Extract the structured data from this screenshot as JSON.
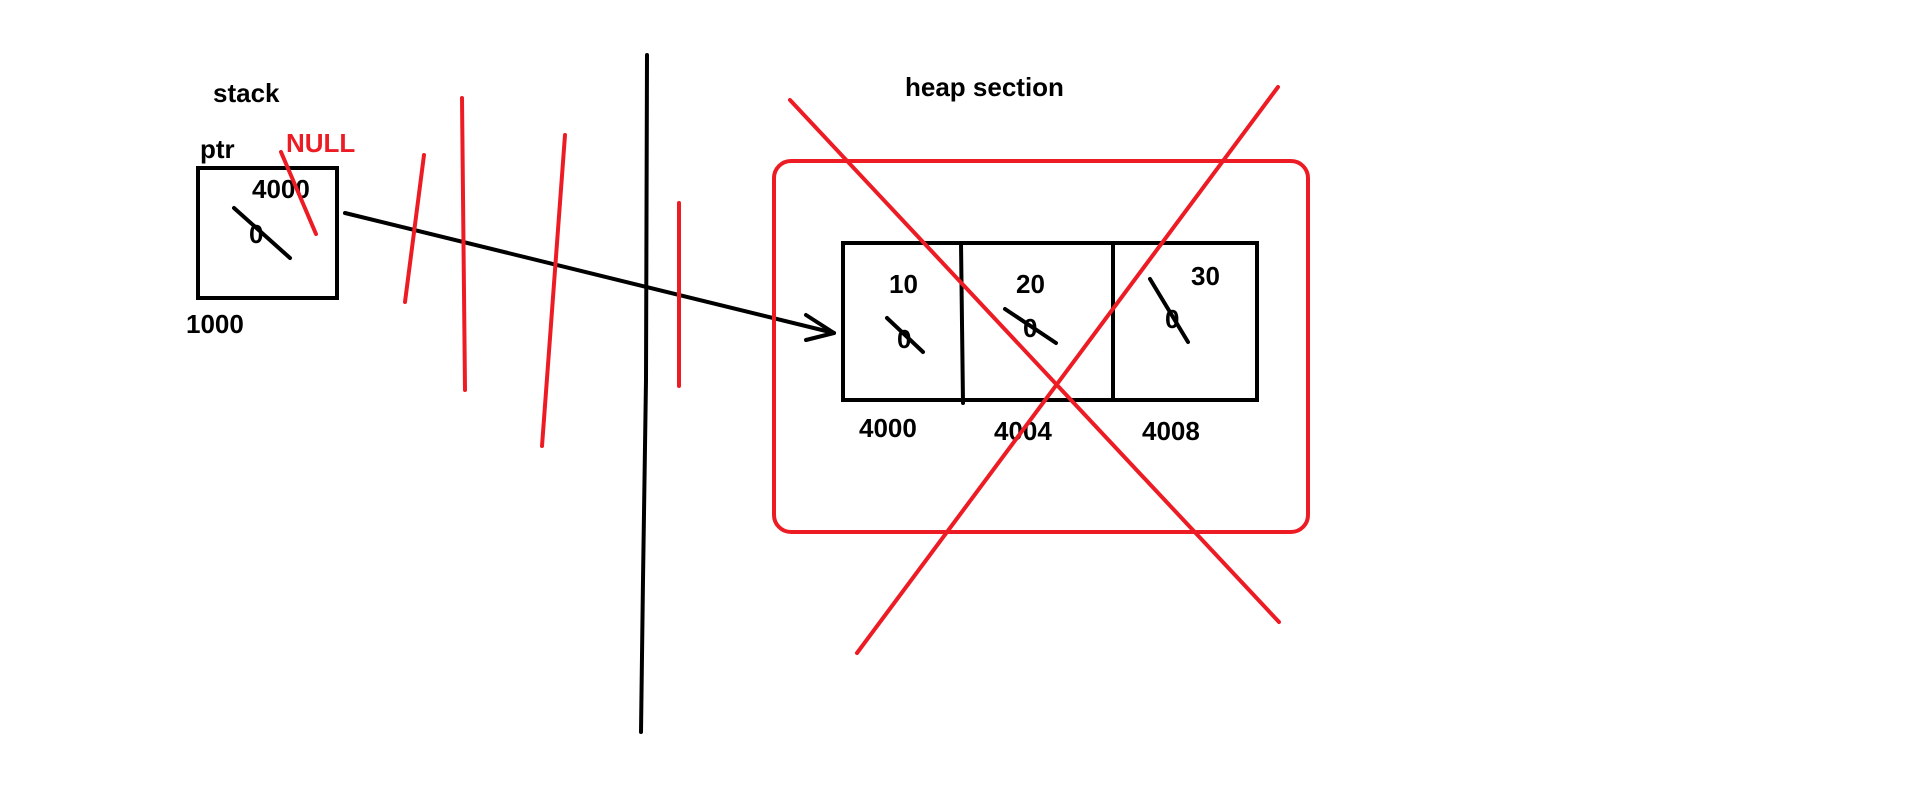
{
  "colors": {
    "ink": "#000000",
    "red": "#ed1c24",
    "background": "#ffffff"
  },
  "stack": {
    "title": "stack",
    "var_name": "ptr",
    "old_value": "4000",
    "new_value": "NULL",
    "cell_value": "0",
    "address": "1000"
  },
  "heap": {
    "title": "heap section",
    "cells": [
      {
        "value": "10",
        "initial": "0",
        "address": "4000"
      },
      {
        "value": "20",
        "initial": "0",
        "address": "4004"
      },
      {
        "value": "30",
        "initial": "0",
        "address": "4008"
      }
    ]
  }
}
